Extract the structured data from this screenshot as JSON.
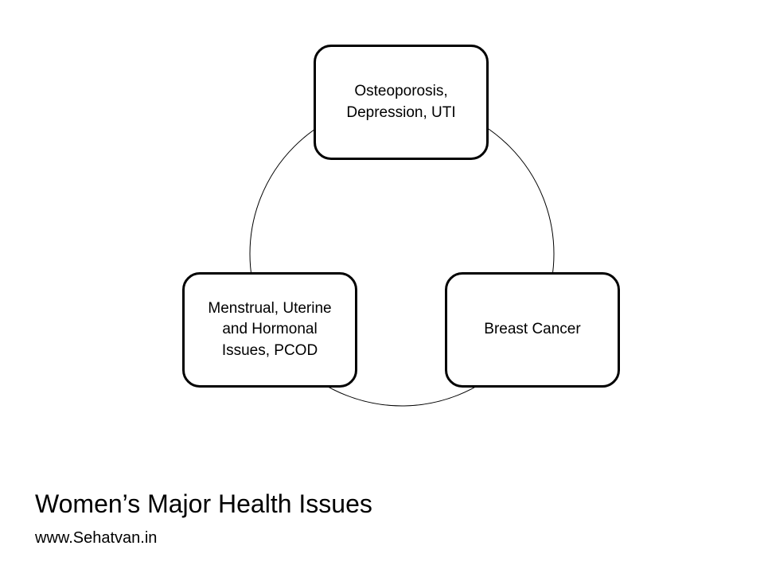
{
  "diagram": {
    "type": "cycle",
    "nodes": [
      {
        "label": "Osteoporosis, Depression, UTI"
      },
      {
        "label": "Breast Cancer"
      },
      {
        "label": "Menstrual, Uterine and Hormonal Issues, PCOD"
      }
    ]
  },
  "footer": {
    "title": "Women’s Major Health Issues",
    "url": "www.Sehatvan.in"
  },
  "colors": {
    "background": "#ffffff",
    "stroke": "#000000",
    "text": "#000000"
  }
}
